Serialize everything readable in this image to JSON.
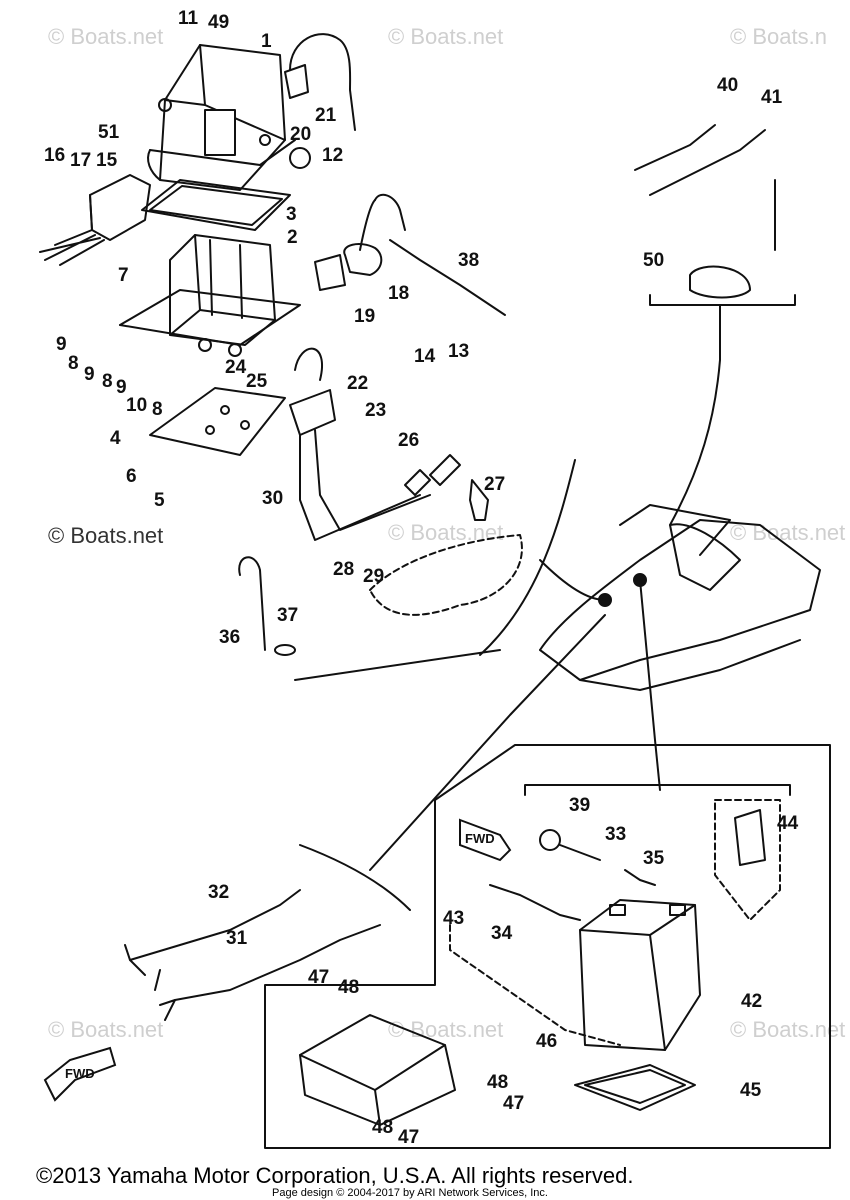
{
  "watermarks": {
    "top_left": "© Boats.net",
    "top_center": "© Boats.net",
    "top_right": "© Boats.n",
    "mid_left": "© Boats.net",
    "mid_center": "© Boats.net",
    "mid_right": "© Boats.net",
    "low_left": "© Boats.net",
    "low_center": "© Boats.net",
    "low_right": "© Boats.net"
  },
  "arrows": {
    "fwd_upper": "FWD",
    "fwd_lower": "FWD"
  },
  "part_numbers": {
    "p1": "1",
    "p2": "2",
    "p3": "3",
    "p4": "4",
    "p5": "5",
    "p6": "6",
    "p7": "7",
    "p8a": "8",
    "p8b": "8",
    "p8c": "8",
    "p9a": "9",
    "p9b": "9",
    "p9c": "9",
    "p10": "10",
    "p11": "11",
    "p12": "12",
    "p13": "13",
    "p14": "14",
    "p15": "15",
    "p16": "16",
    "p17": "17",
    "p18": "18",
    "p19": "19",
    "p20": "20",
    "p21": "21",
    "p22": "22",
    "p23": "23",
    "p24": "24",
    "p25": "25",
    "p26": "26",
    "p27": "27",
    "p28": "28",
    "p29": "29",
    "p30": "30",
    "p31": "31",
    "p32": "32",
    "p33": "33",
    "p34": "34",
    "p35": "35",
    "p36": "36",
    "p37": "37",
    "p38": "38",
    "p39": "39",
    "p40": "40",
    "p41": "41",
    "p42": "42",
    "p43": "43",
    "p44": "44",
    "p45": "45",
    "p46": "46",
    "p47a": "47",
    "p47b": "47",
    "p47c": "47",
    "p48a": "48",
    "p48b": "48",
    "p48c": "48",
    "p49": "49",
    "p50": "50",
    "p51": "51"
  },
  "footer": {
    "copyright": "©2013 Yamaha Motor Corporation, U.S.A. All rights reserved.",
    "page_design": "Page design © 2004-2017 by ARI Network Services, Inc."
  }
}
